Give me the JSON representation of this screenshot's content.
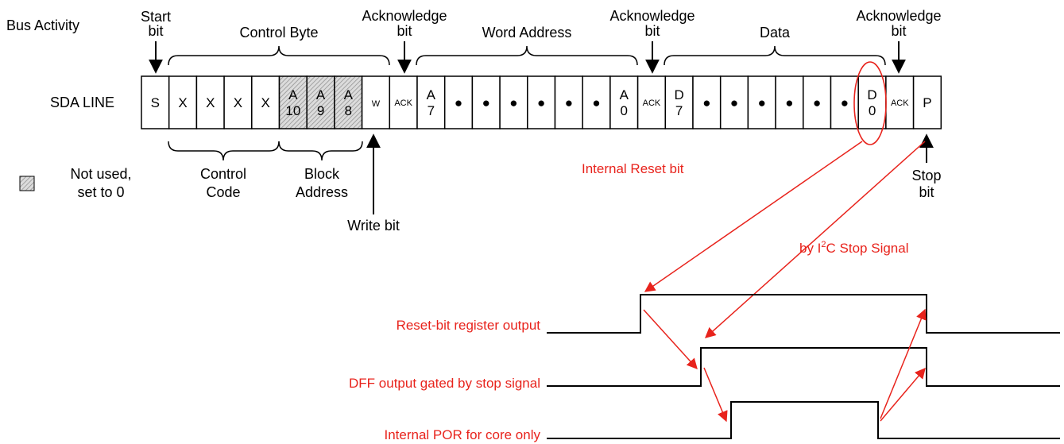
{
  "bus_activity": "Bus Activity",
  "sda_line": "SDA LINE",
  "start_bit": [
    "Start",
    "bit"
  ],
  "stop_bit": [
    "Stop",
    "bit"
  ],
  "groups": {
    "control_byte": "Control Byte",
    "word_address": "Word Address",
    "data": "Data",
    "acknowledge": [
      "Acknowledge",
      "bit"
    ]
  },
  "cells": [
    {
      "kind": "text",
      "label": "S"
    },
    {
      "kind": "text",
      "label": "X"
    },
    {
      "kind": "text",
      "label": "X"
    },
    {
      "kind": "text",
      "label": "X"
    },
    {
      "kind": "text",
      "label": "X"
    },
    {
      "kind": "stack",
      "top": "A",
      "bottom": "10",
      "hatched": true
    },
    {
      "kind": "stack",
      "top": "A",
      "bottom": "9",
      "hatched": true
    },
    {
      "kind": "stack",
      "top": "A",
      "bottom": "8",
      "hatched": true
    },
    {
      "kind": "small",
      "label": "W"
    },
    {
      "kind": "ack",
      "label": "ACK"
    },
    {
      "kind": "stack",
      "top": "A",
      "bottom": "7"
    },
    {
      "kind": "dot",
      "label": "●"
    },
    {
      "kind": "dot",
      "label": "●"
    },
    {
      "kind": "dot",
      "label": "●"
    },
    {
      "kind": "dot",
      "label": "●"
    },
    {
      "kind": "dot",
      "label": "●"
    },
    {
      "kind": "dot",
      "label": "●"
    },
    {
      "kind": "stack",
      "top": "A",
      "bottom": "0"
    },
    {
      "kind": "ack",
      "label": "ACK"
    },
    {
      "kind": "stack",
      "top": "D",
      "bottom": "7"
    },
    {
      "kind": "dot",
      "label": "●"
    },
    {
      "kind": "dot",
      "label": "●"
    },
    {
      "kind": "dot",
      "label": "●"
    },
    {
      "kind": "dot",
      "label": "●"
    },
    {
      "kind": "dot",
      "label": "●"
    },
    {
      "kind": "dot",
      "label": "●"
    },
    {
      "kind": "stack",
      "top": "D",
      "bottom": "0"
    },
    {
      "kind": "ack",
      "label": "ACK"
    },
    {
      "kind": "text",
      "label": "P"
    }
  ],
  "below": {
    "control_code": [
      "Control",
      "Code"
    ],
    "block_address": [
      "Block",
      "Address"
    ],
    "write_bit": "Write bit",
    "legend_not_used": [
      "Not used,",
      "set to 0"
    ]
  },
  "annotations": {
    "internal_reset_bit": "Internal Reset bit",
    "by_i2c_stop_prefix": "by I",
    "by_i2c_stop_sup": "2",
    "by_i2c_stop_suffix": "C Stop Signal"
  },
  "signals": {
    "reset_bit_output": "Reset-bit register output",
    "dff_output": "DFF output gated by stop signal",
    "internal_por": "Internal POR for core only"
  },
  "colors": {
    "line": "#000000",
    "annotation": "#e8231c",
    "hatch": "#9a9a9a"
  }
}
